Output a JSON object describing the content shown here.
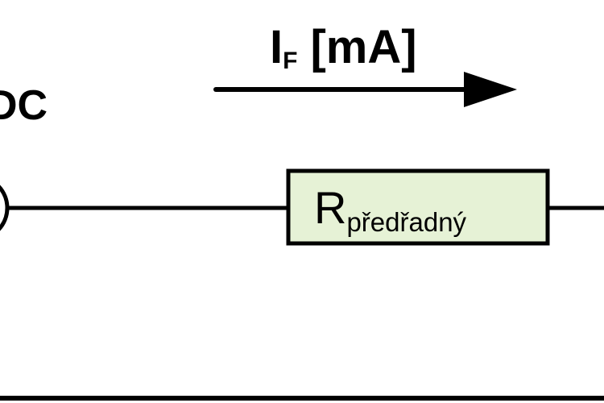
{
  "source": {
    "label_main": "DC"
  },
  "current": {
    "symbol_main": "I",
    "symbol_sub": "F",
    "unit": "[mA]"
  },
  "resistor": {
    "symbol_main": "R",
    "symbol_sub": "předřadný",
    "fill_color": "#e6f2d6"
  },
  "colors": {
    "wire": "#000000",
    "background": "#ffffff"
  }
}
